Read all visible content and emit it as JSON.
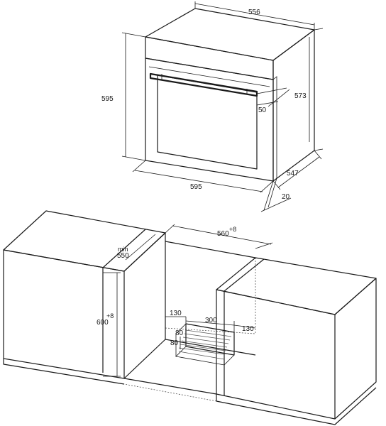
{
  "oven": {
    "width_top": "556",
    "height_front": "595",
    "height_side": "573",
    "width_bottom": "595",
    "depth": "547",
    "handle_offset": "50",
    "front_offset": "20"
  },
  "niche": {
    "width": "560",
    "width_tolerance": "+8",
    "depth_min_prefix": "min",
    "depth_min": "550",
    "height": "600",
    "height_tolerance": "+8",
    "vent_left": "130",
    "vent_width": "300",
    "vent_right": "130",
    "vent_height_a": "80",
    "vent_height_b": "80"
  }
}
